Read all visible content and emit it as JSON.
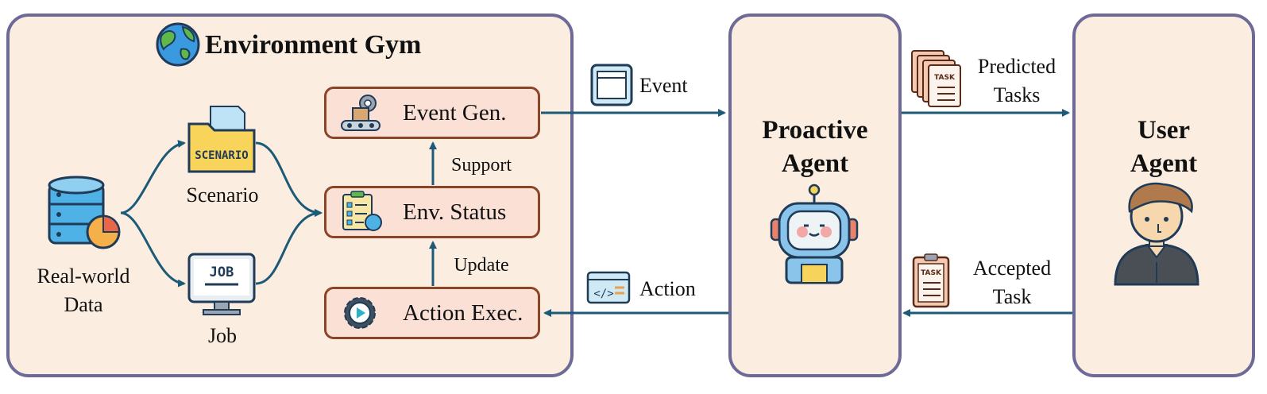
{
  "environment_gym": {
    "title": "Environment Gym",
    "data_source_label": [
      "Real-world",
      "Data"
    ],
    "scenario_label": "Scenario",
    "scenario_icon_text": "SCENARIO",
    "job_label": "Job",
    "job_icon_text": "JOB",
    "nodes": {
      "event_gen": "Event Gen.",
      "env_status": "Env. Status",
      "action_exec": "Action Exec."
    },
    "support_label": "Support",
    "update_label": "Update"
  },
  "flows": {
    "event_label": "Event",
    "action_label": "Action",
    "predicted_tasks_label": [
      "Predicted",
      "Tasks"
    ],
    "accepted_task_label": [
      "Accepted",
      "Task"
    ],
    "task_icon_text": "TASK"
  },
  "proactive_agent": {
    "title": [
      "Proactive",
      "Agent"
    ]
  },
  "user_agent": {
    "title": [
      "User",
      "Agent"
    ]
  },
  "colors": {
    "panel_fill": "#fbeee0",
    "panel_border": "#6e6a98",
    "node_fill": "#fbe0d6",
    "node_border": "#8a4426",
    "arrow": "#1d5a78"
  },
  "icons": [
    "earth-icon",
    "database-icon",
    "scenario-folder-icon",
    "job-monitor-icon",
    "conveyor-gear-icon",
    "checklist-icon",
    "play-gear-icon",
    "event-window-icon",
    "code-window-icon",
    "task-stack-icon",
    "task-clipboard-icon",
    "robot-icon",
    "user-icon"
  ]
}
